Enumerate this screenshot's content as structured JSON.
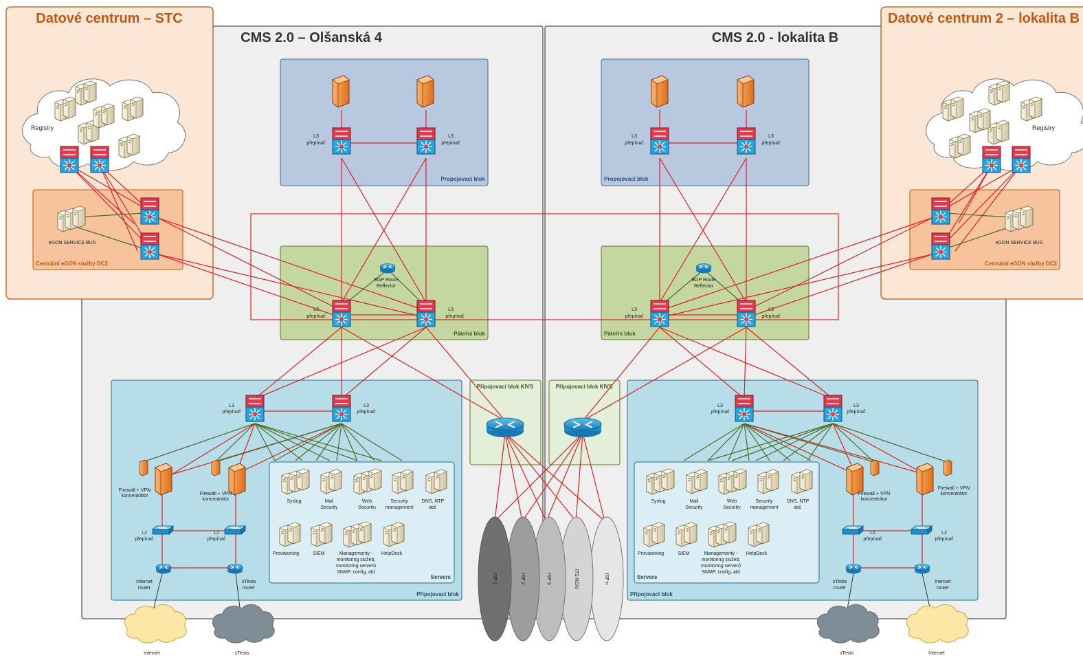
{
  "dc_left_title": "Datové centrum – STC",
  "dc_right_title": "Datové centrum 2 – lokalita B",
  "cms_left_title": "CMS 2.0 – Olšanská 4",
  "cms_right_title": "CMS 2.0 - lokalita B",
  "registry": "Registry",
  "egon_bus": "eGON SERVICE BUS",
  "egon_block": "Centrální eGON služby DC2",
  "l3_line1": "L3",
  "l3_line2": "přepínač",
  "l2_line1": "L2",
  "l2_line2": "přepínač",
  "propojovaci_blok": "Propojovací blok",
  "paterni_blok": "Páteřní blok",
  "bgp_line1": "BGP Route",
  "bgp_line2": "Reflector",
  "pripojovaci_blok": "Připojovací blok",
  "kivs_block": "Připojovací blok KIVS",
  "servers_label": "Servers",
  "fw_line1": "Firewall + VPN",
  "fw_line2": "koncentrátor",
  "internet_router_1": "Internet",
  "internet_router_2": "router",
  "stesta_router_1": "sTesta",
  "stesta_router_2": "router",
  "internet": "Internet",
  "stesta": "sTesta",
  "servers_left": {
    "syslog": "Syslog",
    "mail": [
      "Mail",
      "Security"
    ],
    "web": [
      "Web",
      "Securitu"
    ],
    "secmgmt": [
      "Security",
      "management"
    ],
    "dns": [
      "DNS, NTP",
      "atd."
    ],
    "provisioning": "Provisioning",
    "siem": "SIEM",
    "mgmt": [
      "Managementy -",
      "monitoring služeb,",
      "monitoring serverů",
      "SNMP, config, atd"
    ],
    "helpdesk": "HelpDesk"
  },
  "servers_right": {
    "syslog": "Syslog",
    "mail": [
      "Mail",
      "Security"
    ],
    "web": [
      "Web",
      "Security"
    ],
    "secmgmt": [
      "Security",
      "management"
    ],
    "dns": [
      "DNS, NTP",
      "atd."
    ],
    "provisioning": "Provisioning",
    "siem": "SIEM",
    "mgmt": [
      "Managementy -",
      "monitoring služeb,",
      "monitoring serverů",
      "SNMP, config, atd"
    ],
    "helpdesk": "HelpDesk"
  },
  "isp": [
    "ISP 1",
    "ISP 2",
    "ISP 3",
    "ITS NGN",
    "ISP n"
  ],
  "colors": {
    "orange_bg": "#fce7d6",
    "orange_border": "#c0570f",
    "egon_bg": "#f6c39c",
    "blue_bg": "#b8c9df",
    "green_bg": "#c4d7a0",
    "cyan_bg": "#b7dde8",
    "link_red": "#e02020",
    "link_green": "#4f6b2a"
  }
}
